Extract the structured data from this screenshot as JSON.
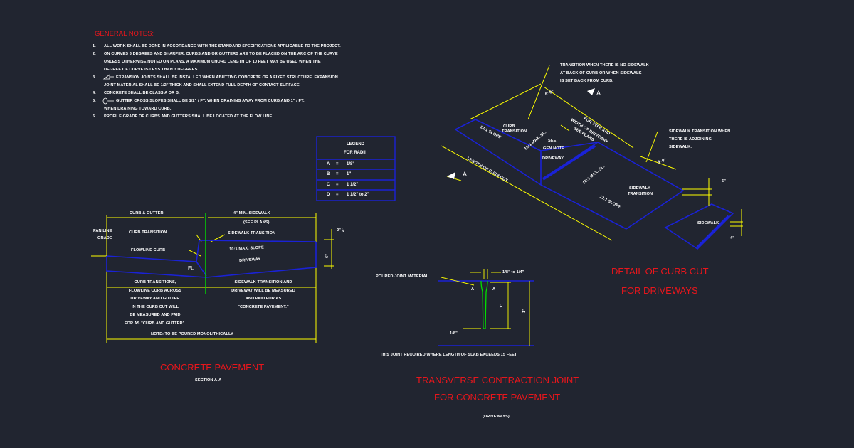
{
  "colors": {
    "background": "#212530",
    "yellow": "#ffff00",
    "blue": "#1a22d6",
    "green": "#00e000",
    "red": "#e8161c",
    "white": "#ffffff"
  },
  "general_notes": {
    "heading": "GENERAL NOTES:",
    "lines": [
      {
        "num": "1.",
        "text": "ALL WORK SHALL BE DONE IN ACCORDANCE WITH THE STANDARD SPECIFICATIONS APPLICABLE TO THE PROJECT."
      },
      {
        "num": "2.",
        "text": "ON CURVES 3 DEGREES AND SHARPER, CURBS AND/OR GUTTERS ARE TO BE PLACED ON THE ARC OF THE CURVE"
      },
      {
        "num": "",
        "text": "UNLESS OTHERWISE NOTED ON PLANS.  A MAXIMUM CHORD LENGTH OF 10 FEET MAY BE USED WHEN THE"
      },
      {
        "num": "",
        "text": "DEGREE OF CURVE IS LESS THAN 3 DEGREES."
      },
      {
        "num": "3.",
        "text": "EXPANSION JOINTS SHALL BE INSTALLED WHEN ABUTTING CONCRETE OR A FIXED STRUCTURE.  EXPANSION"
      },
      {
        "num": "",
        "text": "JOINT MATERIAL SHALL BE 1/2\" THICK AND SHALL EXTEND FULL DEPTH OF CONTACT SURFACE."
      },
      {
        "num": "4.",
        "text": "CONCRETE SHALL BE CLASS A OR B."
      },
      {
        "num": "5.",
        "text": "GUTTER CROSS SLOPES SHALL BE 1/2\" / FT. WHEN DRAINING AWAY FROM CURB AND 1\" / FT."
      },
      {
        "num": "",
        "text": "WHEN DRAINING TOWARD CURB."
      },
      {
        "num": "6.",
        "text": "PROFILE GRADE OF CURBS AND GUTTERS SHALL BE LOCATED AT THE FLOW LINE."
      }
    ]
  },
  "legend": {
    "title1": "LEGEND",
    "title2": "FOR RADII",
    "rows": [
      {
        "k": "A",
        "eq": "=",
        "v": "1/8\""
      },
      {
        "k": "B",
        "eq": "=",
        "v": "1\""
      },
      {
        "k": "C",
        "eq": "=",
        "v": "1 1/2\""
      },
      {
        "k": "D",
        "eq": "=",
        "v": "1 1/2\" to 2\""
      }
    ]
  },
  "section": {
    "curb_gutter": "CURB & GUTTER",
    "min_sidewalk": "4\" MIN. SIDEWALK",
    "see_plans": "(SEE PLANS)",
    "pan_line": "PAN LINE",
    "grade": "GRADE",
    "curb_transition": "CURB TRANSITION",
    "sidewalk_transition": "SIDEWALK TRANSITION",
    "flowline_curb": "FLOWLINE CURB",
    "max_slope": "10:1 MAX. SLOPE",
    "driveway": "DRIVEWAY",
    "fl": "FL",
    "dim_2": "2\"",
    "dim_6": "6\"",
    "dim_x": "4\"",
    "left_note": [
      "CURB TRANSITIONS,",
      "FLOWLINE CURB ACROSS",
      "DRIVEWAY AND GUTTER",
      "IN THE CURB CUT WILL",
      "BE MEASURED AND PAID",
      "FOR AS \"CURB AND GUTTER\"."
    ],
    "right_note": [
      "SIDEWALK TRANSITION AND",
      "DRIVEWAY WILL BE MEASURED",
      "AND PAID FOR AS",
      "\"CONCRETE PAVEMENT.\""
    ],
    "note_bottom": "NOTE: TO BE POURED MONOLITHICALLY",
    "title": "CONCRETE PAVEMENT",
    "subtitle": "SECTION A-A"
  },
  "joint": {
    "poured": "POURED JOINT MATERIAL",
    "gap": "1/8\" to 1/4\"",
    "a1": "A",
    "a2": "A",
    "dim_left": "1\"",
    "dim_right": "1\"",
    "dim_bottom": "1/8\"",
    "note": "THIS JOINT REQUIRED WHERE LENGTH OF SLAB EXCEEDS 15 FEET.",
    "title1": "TRANSVERSE CONTRACTION JOINT",
    "title2": "FOR CONCRETE PAVEMENT",
    "sub": "(DRIVEWAYS)"
  },
  "detail": {
    "transition_note": [
      "TRANSITION WHEN THERE IS NO SIDEWALK",
      "AT BACK OF CURB OR WHEN SIDEWALK",
      "IS SET BACK FROM CURB."
    ],
    "dim_6ft_top": "6'-0\"",
    "label_a_top": "A",
    "for_type": "FOR TYPE AND",
    "width_driveway": "WIDTH OF DRIVEWAY",
    "see_plans": "SEE PLANS",
    "slope_12_left": "12:1 SLOPE",
    "curb": "CURB",
    "transition": "TRANSITION",
    "max_10": "10:1 MAX. SL.",
    "see": "SEE",
    "gen_note": "GEN NOTE",
    "driveway": "DRIVEWAY",
    "sidewalk_trans_note": [
      "SIDEWALK TRANSITION WHEN",
      "THERE IS ADJOINING",
      "SIDEWALK."
    ],
    "dim_6ft_right": "6'-0\"",
    "length_curb_cut": "LENGTH OF CURB CUT",
    "label_a_bottom": "A",
    "max_10_b": "10:1 MAX. SL.",
    "sidewalk": "SIDEWALK",
    "slope_12_right": "12:1 SLOPE",
    "sidewalk_label": "SIDEWALK",
    "dim_6": "6\"",
    "dim_4": "4\"",
    "title1": "DETAIL OF CURB CUT",
    "title2": "FOR DRIVEWAYS"
  }
}
